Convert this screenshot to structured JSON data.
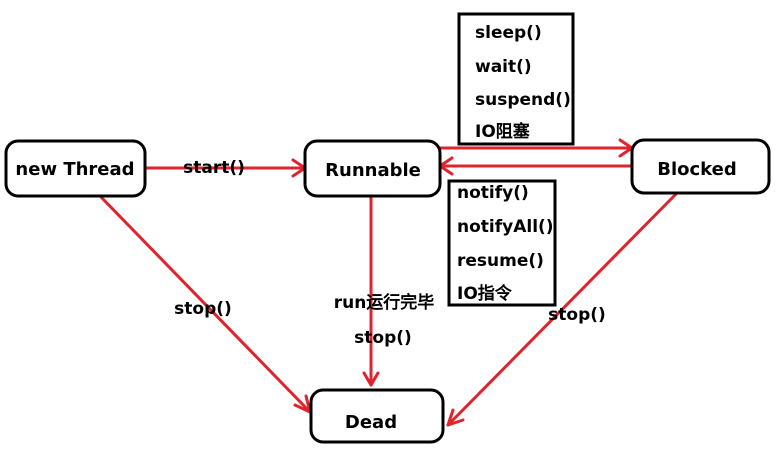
{
  "colors": {
    "arrow": "#e0232c",
    "box_border": "#000000",
    "text": "#000000",
    "background": "#ffffff"
  },
  "states": {
    "new_thread": "new Thread",
    "runnable": "Runnable",
    "blocked": "Blocked",
    "dead": "Dead"
  },
  "transitions": {
    "start": "start()",
    "new_thread_to_dead": "stop()",
    "runnable_to_dead_line1": "run运行完毕",
    "runnable_to_dead_line2": "stop()",
    "blocked_to_dead": "stop()"
  },
  "block_reasons": [
    "sleep()",
    "wait()",
    "suspend()",
    "IO阻塞"
  ],
  "unblock_reasons": [
    "notify()",
    "notifyAll()",
    "resume()",
    "IO指令"
  ]
}
